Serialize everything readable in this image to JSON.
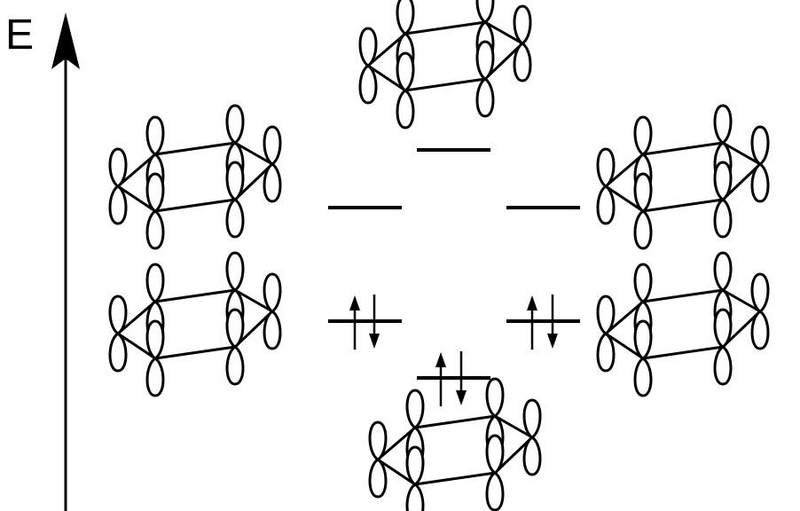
{
  "diagram": {
    "axis": {
      "label": "E",
      "icon": "up-arrow-icon"
    },
    "levels": [
      {
        "id": "top",
        "electrons": 0
      },
      {
        "id": "upper-left",
        "electrons": 0
      },
      {
        "id": "upper-right",
        "electrons": 0
      },
      {
        "id": "lower-left",
        "electrons": 2
      },
      {
        "id": "lower-right",
        "electrons": 2
      },
      {
        "id": "bottom",
        "electrons": 2
      }
    ],
    "orbital_icon": "benzene-p-orbital-icon",
    "line_color": "#000000"
  }
}
